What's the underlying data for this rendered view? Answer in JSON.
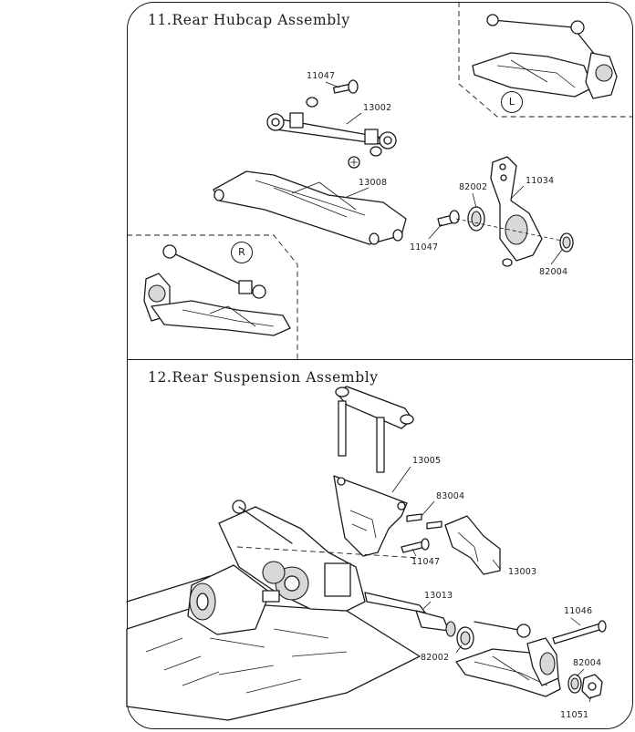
{
  "step11": {
    "title": "11.Rear Hubcap Assembly",
    "badge_left": "L",
    "badge_right": "R",
    "parts": {
      "p11047_top": "11047",
      "p13002": "13002",
      "p13008": "13008",
      "p82002": "82002",
      "p11034": "11034",
      "p11047_pin": "11047",
      "p82004": "82004"
    }
  },
  "step12": {
    "title": "12.Rear Suspension Assembly",
    "parts": {
      "p13005": "13005",
      "p83004": "83004",
      "p11047": "11047",
      "p13003": "13003",
      "p13013": "13013",
      "p11046": "11046",
      "p82002": "82002",
      "p82004": "82004",
      "p11051": "11051"
    }
  },
  "icons": [
    "screw-icon",
    "bearing-icon",
    "pin-icon",
    "suspension-arm-icon",
    "hub-carrier-icon",
    "motor-icon",
    "chassis-icon"
  ]
}
